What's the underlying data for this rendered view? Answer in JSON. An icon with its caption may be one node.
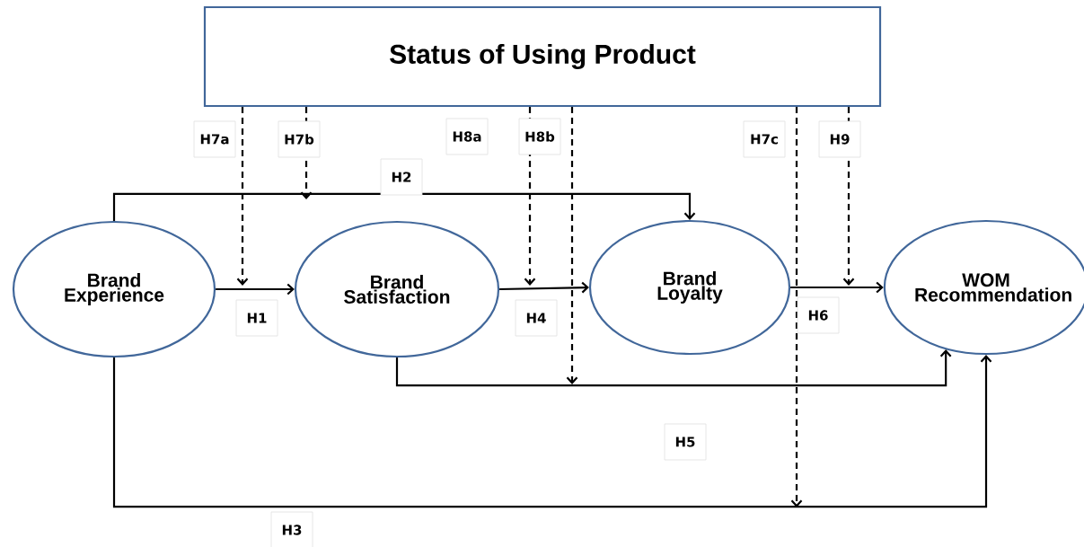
{
  "diagram": {
    "nodes": [
      {
        "text": [
          "Status of Using Product"
        ]
      },
      {
        "text": [
          "Brand Experience"
        ]
      },
      {
        "text": [
          "Brand Satisfaction"
        ]
      },
      {
        "text": [
          "Brand Loyalty"
        ]
      },
      {
        "text": [
          "WOM Recommendation"
        ]
      }
    ],
    "edges": [
      {
        "from": 1,
        "to": 2,
        "arrow": "to",
        "label": "H1"
      },
      {
        "from": 1,
        "to": 3,
        "arrow": "to",
        "label": "H2"
      },
      {
        "from": 1,
        "to": 4,
        "arrow": "to",
        "label": "H3"
      },
      {
        "from": 2,
        "to": 3,
        "arrow": "to",
        "label": "H4"
      },
      {
        "from": 2,
        "to": 4,
        "arrow": "to",
        "label": "H5"
      },
      {
        "from": 3,
        "to": 4,
        "arrow": "to",
        "label": "H6"
      },
      {
        "from": 0,
        "to": null,
        "arrow": "to",
        "label": "H7a",
        "style": "dashed"
      },
      {
        "from": 0,
        "to": null,
        "arrow": "to",
        "label": "H7b",
        "style": "dashed"
      },
      {
        "from": 0,
        "to": null,
        "arrow": "to",
        "label": "H8a",
        "style": "dashed"
      },
      {
        "from": 0,
        "to": null,
        "arrow": "to",
        "label": "H8b",
        "style": "dashed"
      },
      {
        "from": 0,
        "to": null,
        "arrow": "to",
        "label": "H7c",
        "style": "dashed"
      },
      {
        "from": 0,
        "to": null,
        "arrow": "to",
        "label": "H9",
        "style": "dashed"
      }
    ]
  }
}
